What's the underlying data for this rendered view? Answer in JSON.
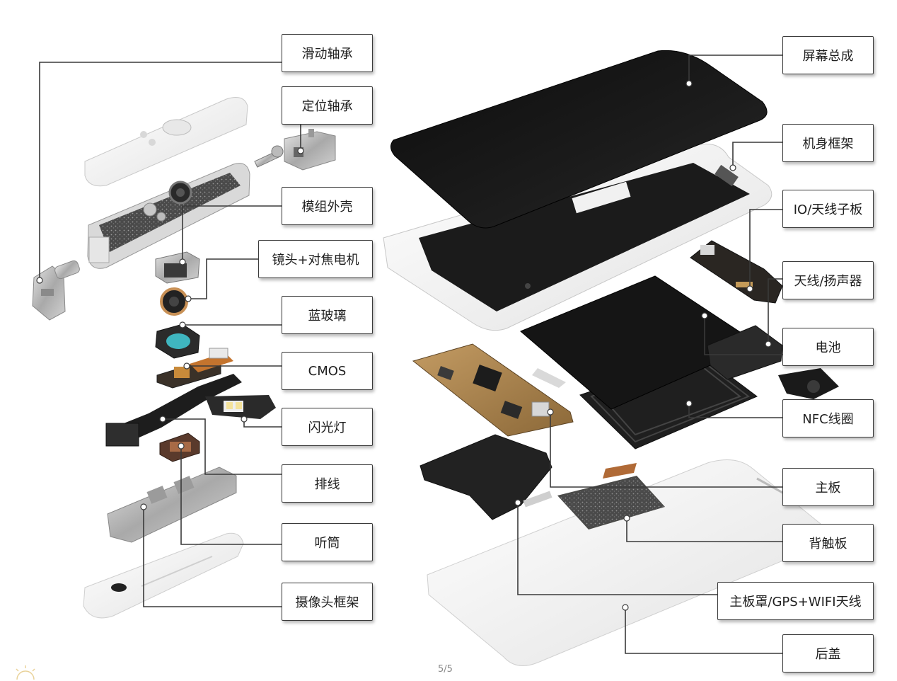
{
  "labels": {
    "slide_bearing": "滑动轴承",
    "positioning_bearing": "定位轴承",
    "module_shell": "模组外壳",
    "lens_focus_motor": "镜头+对焦电机",
    "sapphire_glass": "蓝玻璃",
    "cmos": "CMOS",
    "flash": "闪光灯",
    "flex_cable": "排线",
    "earpiece": "听筒",
    "camera_frame": "摄像头框架",
    "screen_assembly": "屏幕总成",
    "body_frame": "机身框架",
    "io_antenna_board": "IO/天线子板",
    "antenna_speaker": "天线/扬声器",
    "battery": "电池",
    "nfc_coil": "NFC线圈",
    "mainboard": "主板",
    "back_touch_panel": "背触板",
    "mainboard_cover_antenna": "主板罩/GPS+WIFI天线",
    "back_cover": "后盖"
  },
  "footer": {
    "page": "5/5"
  },
  "colors": {
    "line": "#3a3a3a",
    "label_border": "#3a3a3a",
    "screen_black": "#141414",
    "frame_white": "#f3f3f3",
    "pcb_gold": "#a8824e",
    "shield_dark": "#2b2b2b",
    "metal": "#b8b8b8"
  }
}
